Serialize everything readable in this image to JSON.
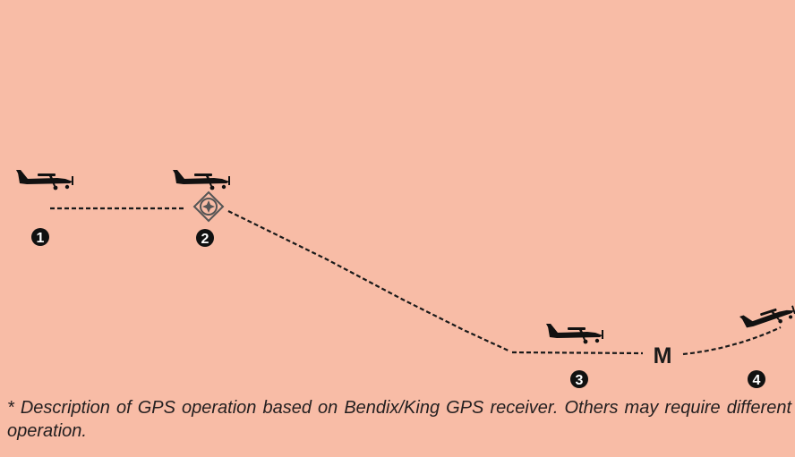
{
  "colors": {
    "background": "#f8bca6",
    "path": "#1a1a1a",
    "aircraft": "#111111",
    "marker_fill": "#111111",
    "marker_text": "#ffffff",
    "waypoint_icon": "#555555",
    "caption_text": "#231f20"
  },
  "diagram": {
    "markers": [
      {
        "id": "1",
        "label": "1"
      },
      {
        "id": "2",
        "label": "2"
      },
      {
        "id": "3",
        "label": "3"
      },
      {
        "id": "4",
        "label": "4"
      }
    ],
    "waypoint_label": "M",
    "icons": [
      "airplane-icon",
      "airplane-icon",
      "airplane-icon",
      "airplane-climbing-icon",
      "gps-waypoint-icon"
    ]
  },
  "caption": {
    "text": "* Description of GPS operation based on Bendix/King GPS receiver. Others may require different operation."
  }
}
